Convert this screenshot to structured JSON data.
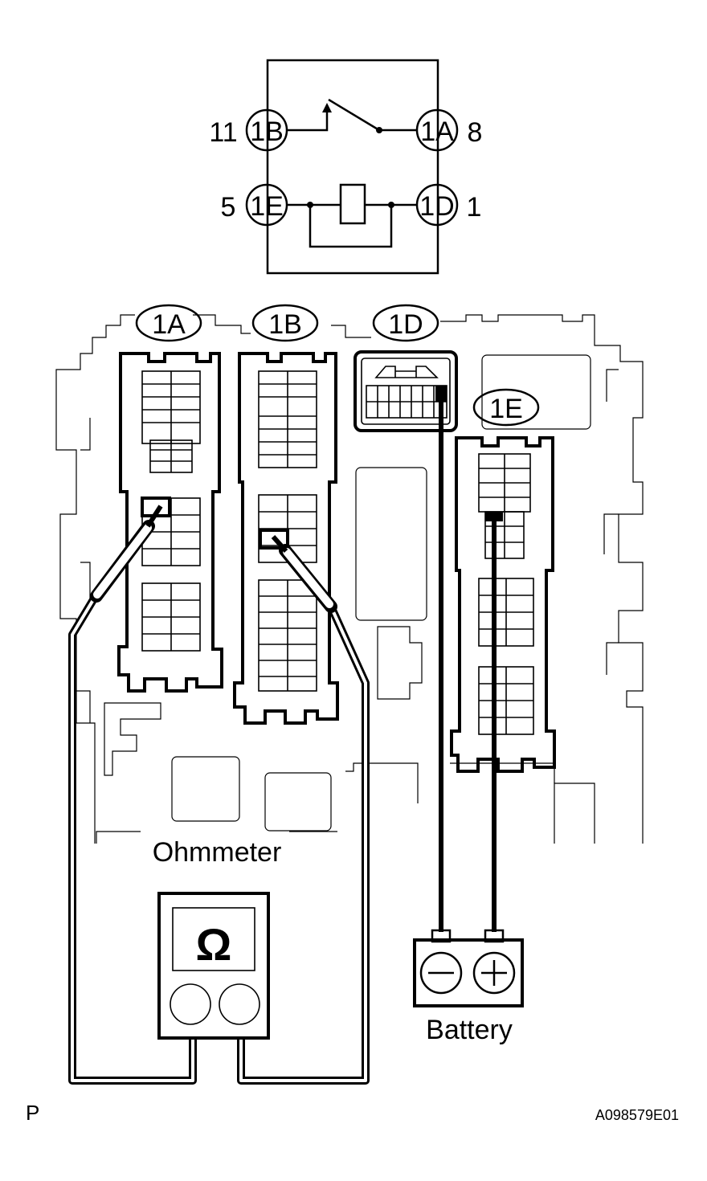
{
  "schematic": {
    "terminals": [
      {
        "code": "1B",
        "pin": "11"
      },
      {
        "code": "1A",
        "pin": "8"
      },
      {
        "code": "1E",
        "pin": "5"
      },
      {
        "code": "1D",
        "pin": "1"
      }
    ]
  },
  "connectors": {
    "c1A": "1A",
    "c1B": "1B",
    "c1D": "1D",
    "c1E": "1E"
  },
  "labels": {
    "ohmmeter": "Ohmmeter",
    "ohm_symbol": "Ω",
    "battery": "Battery",
    "corner_left": "P",
    "figure_code": "A098579E01"
  },
  "colors": {
    "ink": "#000000",
    "paper": "#ffffff",
    "outline": "#555555"
  }
}
